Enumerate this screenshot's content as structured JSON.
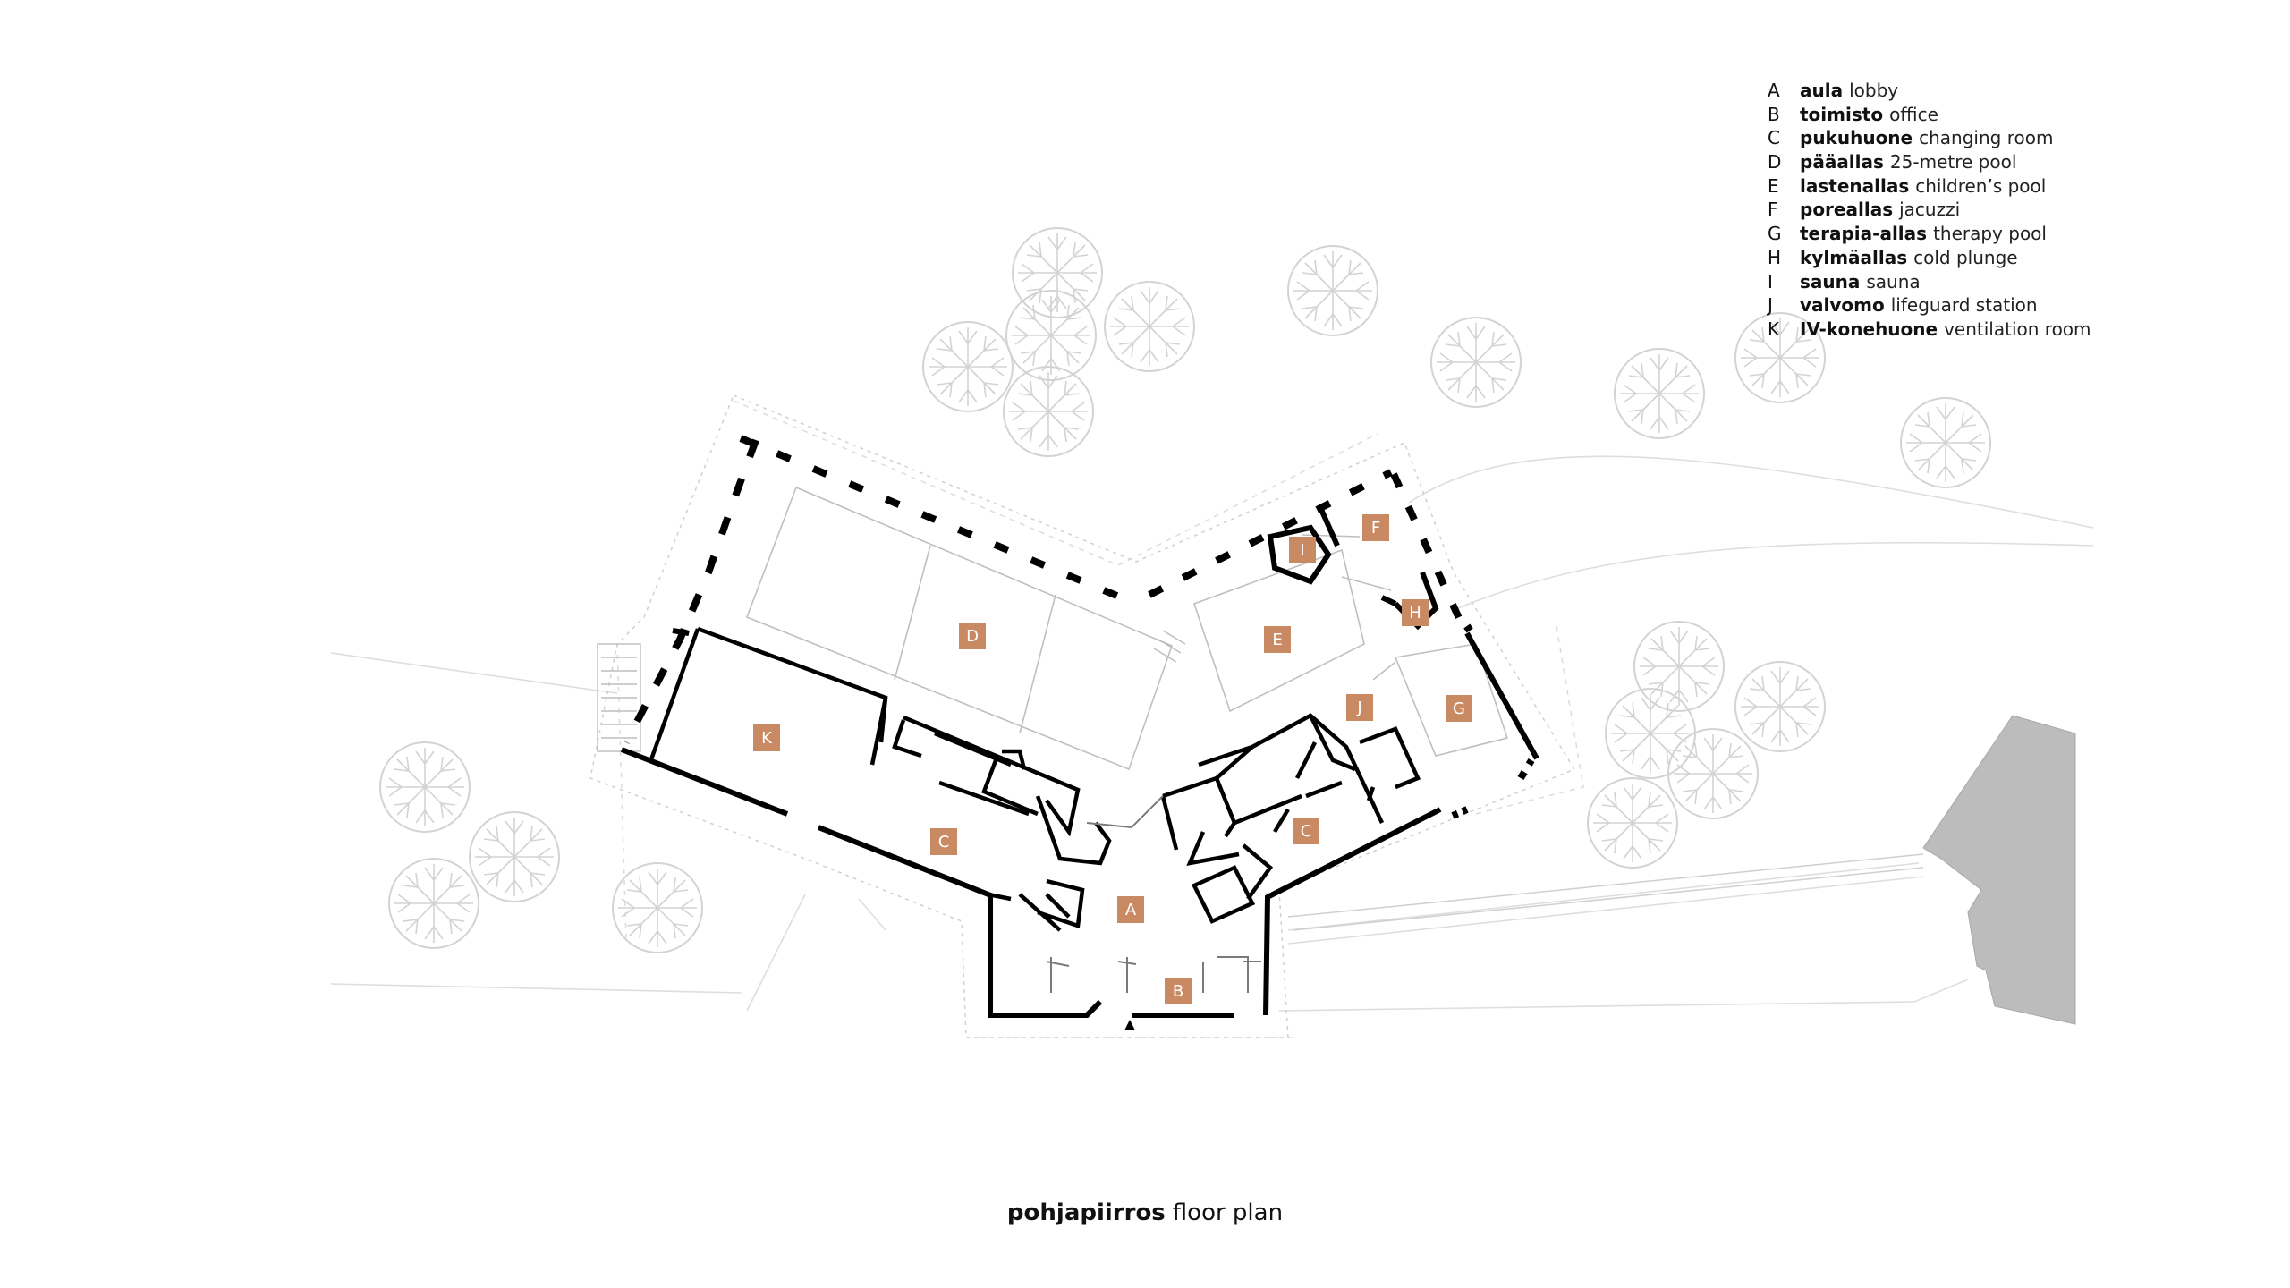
{
  "legend": [
    {
      "letter": "A",
      "fi": "aula",
      "en": "lobby"
    },
    {
      "letter": "B",
      "fi": "toimisto",
      "en": "office"
    },
    {
      "letter": "C",
      "fi": "pukuhuone",
      "en": "changing room"
    },
    {
      "letter": "D",
      "fi": "pääallas",
      "en": "25-metre pool"
    },
    {
      "letter": "E",
      "fi": "lastenallas",
      "en": "children’s pool"
    },
    {
      "letter": "F",
      "fi": "poreallas",
      "en": "jacuzzi"
    },
    {
      "letter": "G",
      "fi": "terapia-allas",
      "en": "therapy pool"
    },
    {
      "letter": "H",
      "fi": "kylmäallas",
      "en": "cold plunge"
    },
    {
      "letter": "I",
      "fi": "sauna",
      "en": "sauna"
    },
    {
      "letter": "J",
      "fi": "valvomo",
      "en": "lifeguard station"
    },
    {
      "letter": "K",
      "fi": "IV-konehuone",
      "en": "ventilation room"
    }
  ],
  "labels": {
    "a": "A",
    "b": "B",
    "c1": "C",
    "c2": "C",
    "d": "D",
    "e": "E",
    "f": "F",
    "g": "G",
    "h": "H",
    "i": "I",
    "j": "J",
    "k": "K"
  },
  "caption": {
    "fi": "pohjapiirros",
    "en": "floor plan"
  },
  "colors": {
    "tag": "#c98a63",
    "wall": "#000000",
    "context": "#d9d9d9",
    "neighbor": "#bcbcbc"
  }
}
